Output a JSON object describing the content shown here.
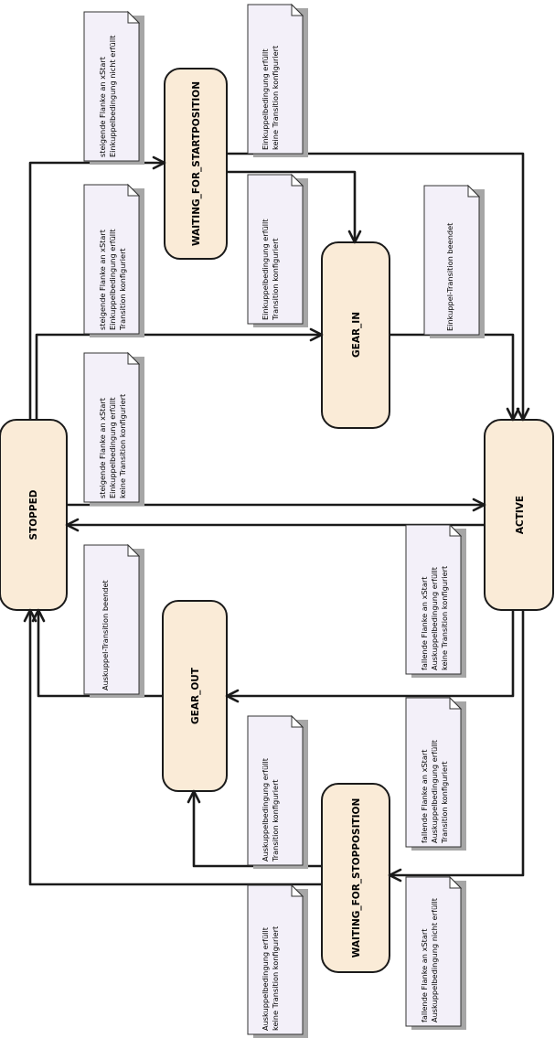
{
  "states": {
    "waiting_for_startposition": "WAITING_FOR_STARTPOSITION",
    "gear_in": "GEAR_IN",
    "stopped": "STOPPED",
    "active": "ACTIVE",
    "gear_out": "GEAR_OUT",
    "waiting_for_stopposition": "WAITING_FOR_STOPPOSITION"
  },
  "notes": {
    "stopped_to_waiting_start": [
      "steigende Flanke an xStart",
      "Einkuppelbedingung nicht erfüllt"
    ],
    "waiting_start_to_active": [
      "Einkuppelbedingung erfüllt",
      "keine Transition konfiguriert"
    ],
    "stopped_to_gear_in": [
      "steigende Flanke an xStart",
      "Einkuppelbedingung erfüllt",
      "Transition konfiguriert"
    ],
    "waiting_start_to_gear_in": [
      "Einkuppelbedingung erfüllt",
      "Transition konfiguriert"
    ],
    "gear_in_to_active": [
      "Einkuppel-Transition beendet"
    ],
    "stopped_to_active": [
      "steigende Flanke an xStart",
      "Einkuppelbedingung erfüllt",
      "keine Transition konfiguriert"
    ],
    "gear_out_to_stopped": [
      "Auskuppel-Transition beendet"
    ],
    "active_to_stopped": [
      "fallende Flanke an xStart",
      "Auskuppelbedingung erfüllt",
      "keine Transition konfiguriert"
    ],
    "waiting_stop_to_gear_out": [
      "Auskuppelbedingung erfüllt",
      "Transition konfiguriert"
    ],
    "active_to_gear_out": [
      "fallende Flanke an xStart",
      "Auskuppelbedingung erfüllt",
      "Transition konfiguriert"
    ],
    "waiting_stop_to_stopped": [
      "Auskuppelbedingung erfüllt",
      "keine Transition konfiguriert"
    ],
    "active_to_waiting_stop": [
      "fallende Flanke an xStart",
      "Auskuppelbedingung nicht erfüllt"
    ]
  },
  "colors": {
    "state_fill": "#faebd7",
    "note_fill": "#f3f0f9",
    "note_shadow": "#a6a6a6",
    "line": "#1a1a1a"
  }
}
